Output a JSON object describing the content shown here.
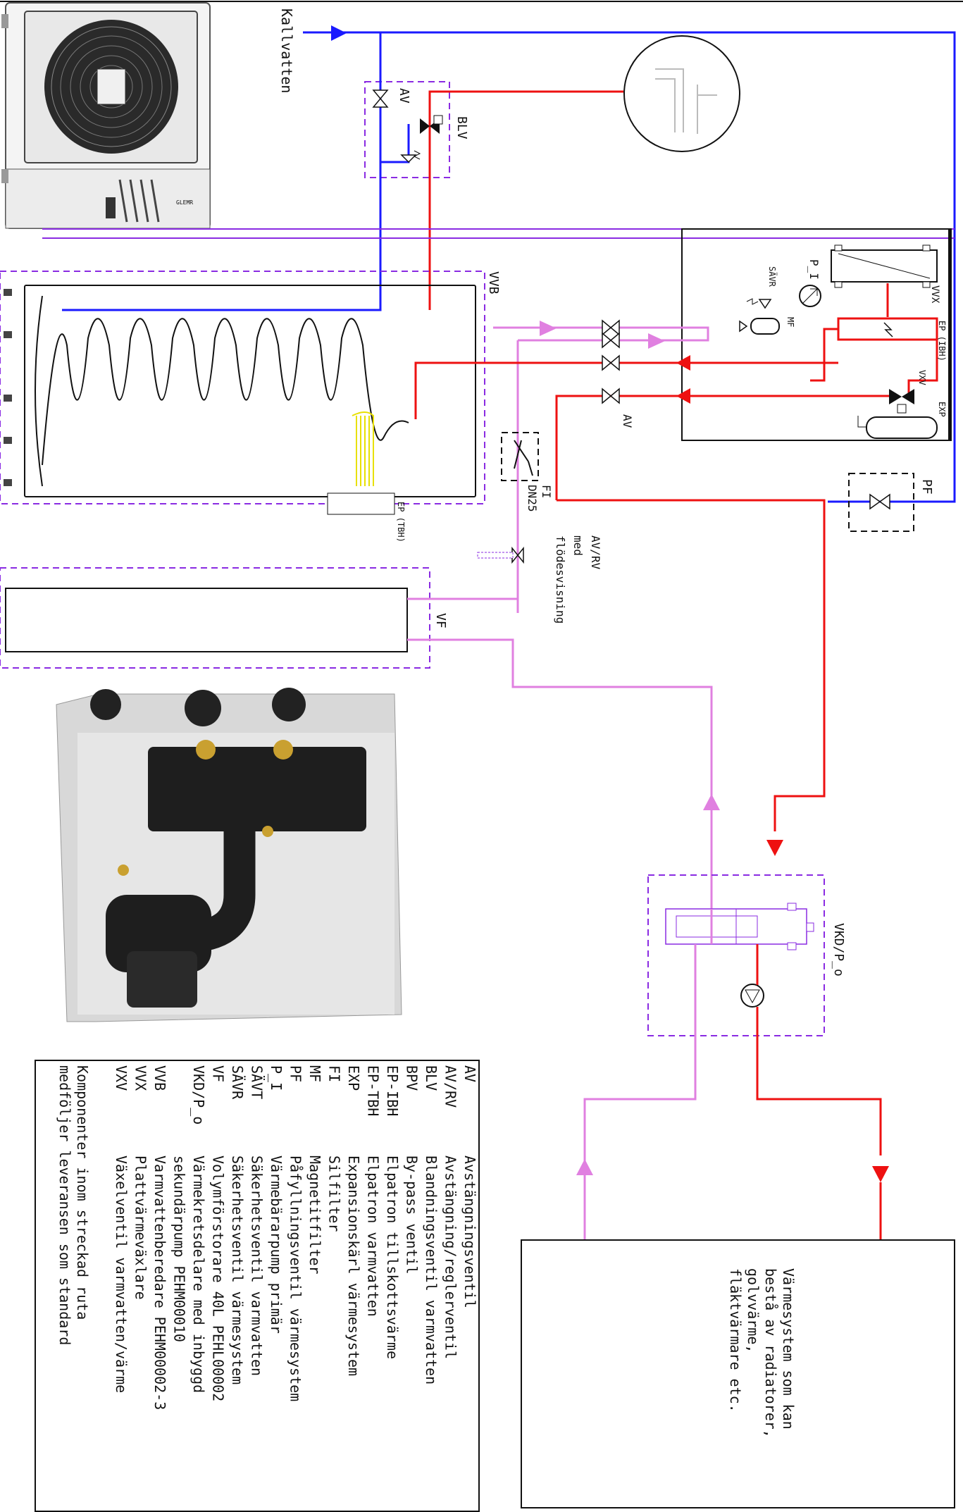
{
  "labels": {
    "cold_water": "Kallvatten",
    "av_top": "AV",
    "blv": "BLV",
    "vvb": "VVB",
    "p_i": "P_I",
    "savr": "SÄVR",
    "mf": "MF",
    "vvx": "VVX",
    "ep_ibh": "EP (IBH)",
    "vxv": "VXV",
    "exp": "EXP",
    "av_mid": "AV",
    "pf": "PF",
    "fi_line1": "FI",
    "fi_line2": "DN25",
    "ep_tbh": "EP (TBH)",
    "avrv_line1": "AV/RV",
    "avrv_line2": "med",
    "avrv_line3": "flödesvisning",
    "vf": "VF",
    "vkd": "VKD/P_o"
  },
  "heating_system": {
    "line1": "Värmesystem som kan",
    "line2": "bestå av radiatorer,",
    "line3": "golvvärme,",
    "line4": "fläktvärmare etc."
  },
  "legend": {
    "rows": [
      {
        "code": "AV",
        "desc": "Avstängningsventil"
      },
      {
        "code": "AV/RV",
        "desc": "Avstängning/reglerventil"
      },
      {
        "code": "BLV",
        "desc": "Blandningsventil varmvatten"
      },
      {
        "code": "BPV",
        "desc": "By-pass ventil"
      },
      {
        "code": "EP-IBH",
        "desc": "Elpatron tillskottsvärme"
      },
      {
        "code": "EP-TBH",
        "desc": "Elpatron varmvatten"
      },
      {
        "code": "EXP",
        "desc": "Expansionskärl värmesystem"
      },
      {
        "code": "FI",
        "desc": "Silfilter"
      },
      {
        "code": "MF",
        "desc": "Magnetitfilter"
      },
      {
        "code": "PF",
        "desc": "Påfyllningsventil värmesystem"
      },
      {
        "code": "P_I",
        "desc": "Värmebärarpump primär"
      },
      {
        "code": "SÄVT",
        "desc": "Säkerhetsventil varmvatten"
      },
      {
        "code": "SÄVR",
        "desc": "Säkerhetsventil värmesystem"
      },
      {
        "code": "VF",
        "desc": "Volymförstorare 40L PEHL00002"
      },
      {
        "code": "VKD/P_o",
        "desc": "Värmekretsdelare med inbyggd"
      },
      {
        "code": "",
        "desc": "sekundärpump PEHM00010"
      },
      {
        "code": "VVB",
        "desc": "Varmvattenberedare PEHM00002-3"
      },
      {
        "code": "VVX",
        "desc": "Plattvärmeväxlare"
      },
      {
        "code": "VXV",
        "desc": "Växelventil varmvatten/värme"
      }
    ],
    "note_line1": "Komponenter inom streckad ruta",
    "note_line2": "medföljer leveransen som standard"
  },
  "colors": {
    "cold_water": "#1a1aff",
    "hot_supply": "#ee1111",
    "return": "#e080e0",
    "scope_box": "#8a2be2"
  },
  "icons": [
    "outdoor-unit-fan-icon",
    "tap-icon",
    "pump-icon",
    "valve-icon",
    "filter-icon",
    "electric-heater-icon"
  ]
}
